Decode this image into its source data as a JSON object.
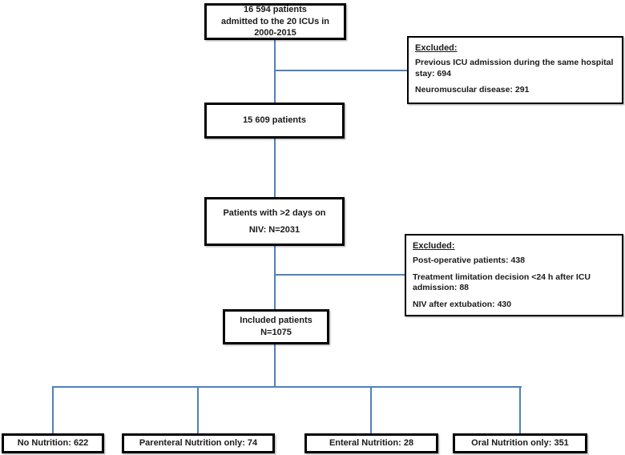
{
  "diagram": {
    "type": "patient-flow-chart",
    "line_color": "#4f81bd",
    "box_border_color": "#000000",
    "background_color": "#ffffff"
  },
  "boxes": {
    "total": "16 594 patients\nadmitted to the 20 ICUs in\n2000-2015",
    "remaining": "15 609 patients",
    "niv": "Patients with >2 days on\nNIV: N=2031",
    "included": "Included patients\nN=1075",
    "outcome_no_nutrition": "No Nutrition: 622",
    "outcome_parenteral": "Parenteral Nutrition only: 74",
    "outcome_enteral": "Enteral Nutrition: 28",
    "outcome_oral": "Oral Nutrition only: 351"
  },
  "excluded1": {
    "title": "Excluded:",
    "items": [
      "Previous ICU admission during the same hospital stay: 694",
      "Neuromuscular disease: 291"
    ]
  },
  "excluded2": {
    "title": "Excluded:",
    "items": [
      "Post-operative patients: 438",
      "Treatment limitation decision <24 h after ICU admission: 88",
      "NIV after extubation: 430"
    ]
  }
}
